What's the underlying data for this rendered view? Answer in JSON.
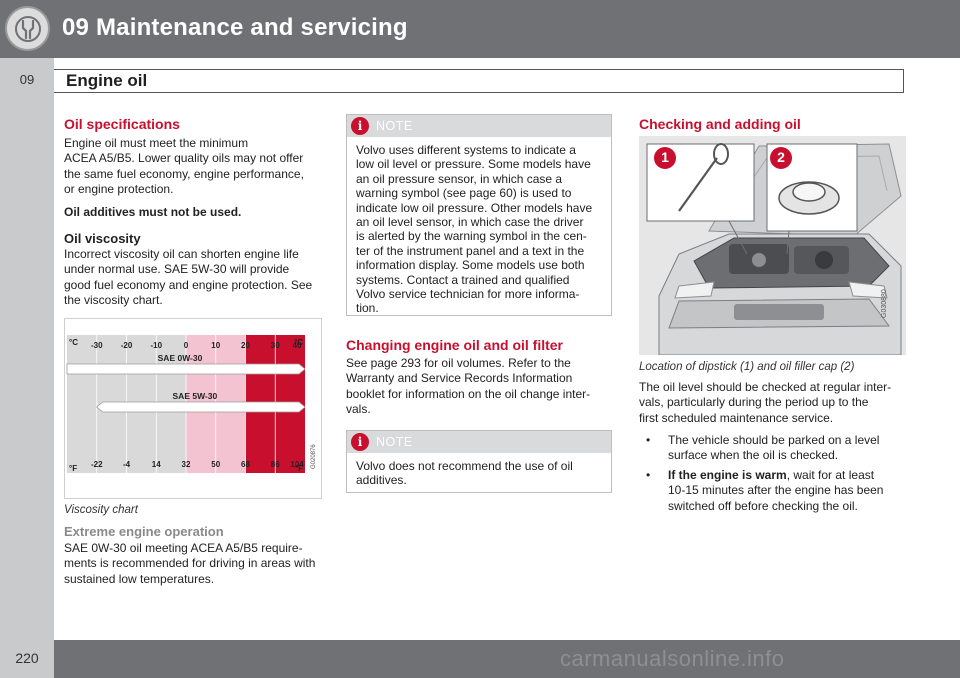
{
  "header": {
    "chapter_title": "09 Maintenance and servicing",
    "chapter_tab": "09",
    "section_title": "Engine oil"
  },
  "footer": {
    "page_number": "220",
    "watermark": "carmanualsonline.info"
  },
  "col1": {
    "oil_spec_heading": "Oil specifications",
    "oil_spec_lines": [
      "Engine oil must meet the minimum",
      "ACEA A5/B5. Lower quality oils may not offer",
      "the same fuel economy, engine performance,",
      "or engine protection."
    ],
    "additives_warning": "Oil additives must not be used.",
    "viscosity_heading": "Oil viscosity",
    "viscosity_lines": [
      "Incorrect viscosity oil can shorten engine life",
      "under normal use. SAE 5W-30 will provide",
      "good fuel economy and engine protection. See",
      "the viscosity chart."
    ],
    "chart_caption": "Viscosity chart",
    "extreme_heading": "Extreme engine operation",
    "extreme_lines": [
      "SAE 0W-30 oil meeting ACEA A5/B5 require-",
      "ments is recommended for driving in areas with",
      "sustained low temperatures."
    ]
  },
  "chart": {
    "unit_c": "°C",
    "unit_f": "°F",
    "celsius_ticks": [
      "-30",
      "-20",
      "-10",
      "0",
      "10",
      "20",
      "30",
      "40"
    ],
    "fahrenheit_ticks": [
      "-22",
      "-4",
      "14",
      "32",
      "50",
      "68",
      "86",
      "104"
    ],
    "band_1": "SAE 0W-30",
    "band_2": "SAE 5W-30",
    "image_code": "G020876",
    "colors": {
      "cold": "#d9d9da",
      "mild": "#f4c3d1",
      "hot": "#c8102e",
      "band_fill": "#ffffff"
    }
  },
  "chart_data": {
    "type": "bar",
    "title": "",
    "xlabel": "°C",
    "x_ticks_c": [
      -30,
      -20,
      -10,
      0,
      10,
      20,
      30,
      40
    ],
    "x_ticks_f": [
      -22,
      -4,
      14,
      32,
      50,
      68,
      86,
      104
    ],
    "series": [
      {
        "name": "SAE 0W-30",
        "range_c": [
          -40,
          40
        ]
      },
      {
        "name": "SAE 5W-30",
        "range_c": [
          -30,
          40
        ]
      }
    ]
  },
  "col2": {
    "note1_label": "NOTE",
    "note1_lines": [
      "Volvo uses different systems to indicate a",
      "low oil level or pressure. Some models have",
      "an oil pressure sensor, in which case a",
      "warning symbol (see page 60) is used to",
      "indicate low oil pressure. Other models have",
      "an oil level sensor, in which case the driver",
      "is alerted by the warning symbol in the cen-",
      "ter of the instrument panel and a text in the",
      "information display. Some models use both",
      "systems. Contact a trained and qualified",
      "Volvo service technician for more informa-",
      "tion."
    ],
    "change_heading": "Changing engine oil and oil filter",
    "change_lines": [
      "See page 293 for oil volumes. Refer to the",
      "Warranty and Service Records Information",
      "booklet for information on the oil change inter-",
      "vals."
    ],
    "note2_label": "NOTE",
    "note2_lines": [
      "Volvo does not recommend the use of oil",
      "additives."
    ]
  },
  "col3": {
    "check_heading": "Checking and adding oil",
    "photo_callout_1": "1",
    "photo_callout_2": "2",
    "photo_code": "G030880",
    "photo_caption": "Location of dipstick (1) and oil filler cap (2)",
    "check_lines": [
      "The oil level should be checked at regular inter-",
      "vals, particularly during the period up to the",
      "first scheduled maintenance service."
    ],
    "bullets": [
      {
        "lines": [
          "The vehicle should be parked on a level",
          "surface when the oil is checked."
        ]
      },
      {
        "bold": "If the engine is warm",
        "rest": ", wait for at least",
        "lines": [
          "10-15 minutes after the engine has been",
          "switched off before checking the oil."
        ]
      }
    ]
  }
}
